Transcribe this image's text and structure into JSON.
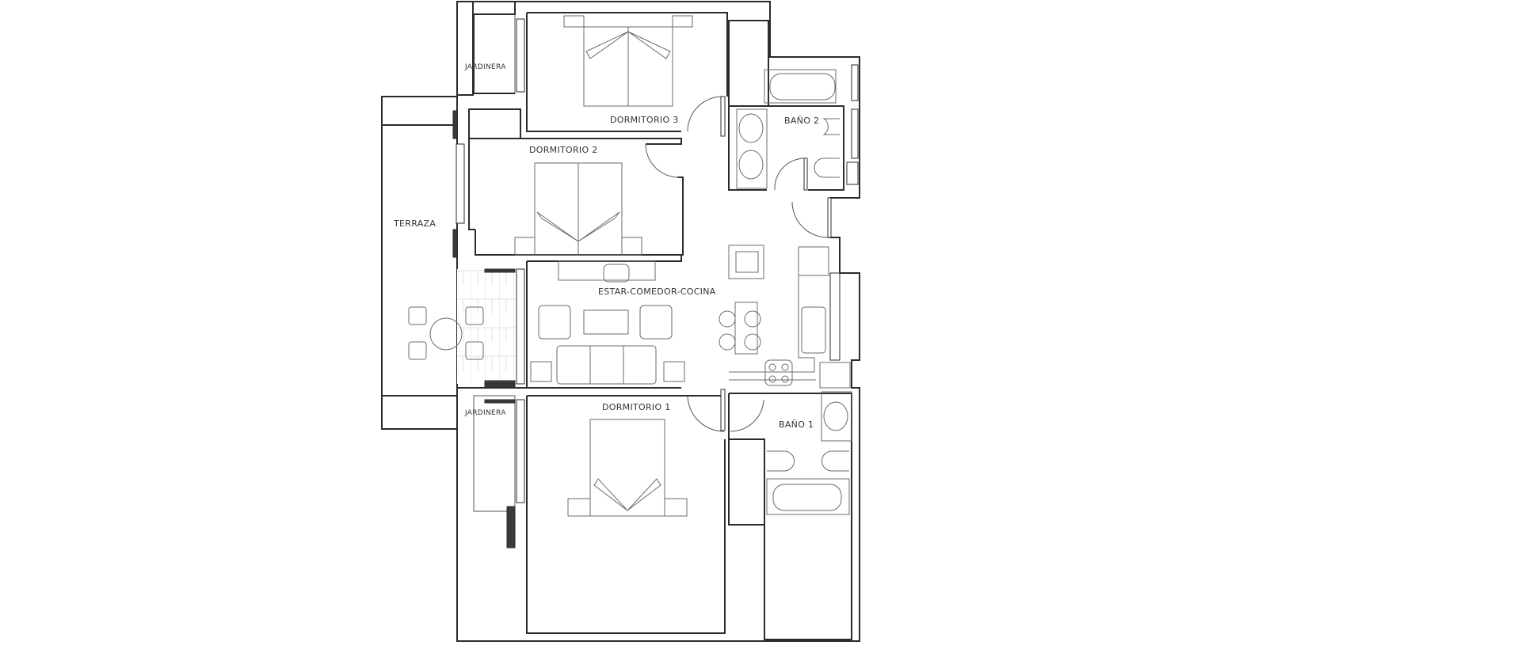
{
  "plan": {
    "type": "apartment floor plan",
    "rooms": [
      {
        "id": "dormitorio-3",
        "label": "DORMITORIO 3"
      },
      {
        "id": "dormitorio-2",
        "label": "DORMITORIO 2"
      },
      {
        "id": "dormitorio-1",
        "label": "DORMITORIO 1"
      },
      {
        "id": "bano-2",
        "label": "BAÑO 2"
      },
      {
        "id": "bano-1",
        "label": "BAÑO 1"
      },
      {
        "id": "estar-comedor-cocina",
        "label": "ESTAR-COMEDOR-COCINA"
      },
      {
        "id": "terraza",
        "label": "TERRAZA"
      },
      {
        "id": "jardinera-top",
        "label": "JARDINERA"
      },
      {
        "id": "jardinera-bottom",
        "label": "JARDINERA"
      }
    ],
    "colors": {
      "wall": "#2b2b2b",
      "furniture": "#6b6b6b",
      "tile": "#e6e6e6",
      "planter": "#f1f1f1",
      "background": "#ffffff"
    }
  }
}
